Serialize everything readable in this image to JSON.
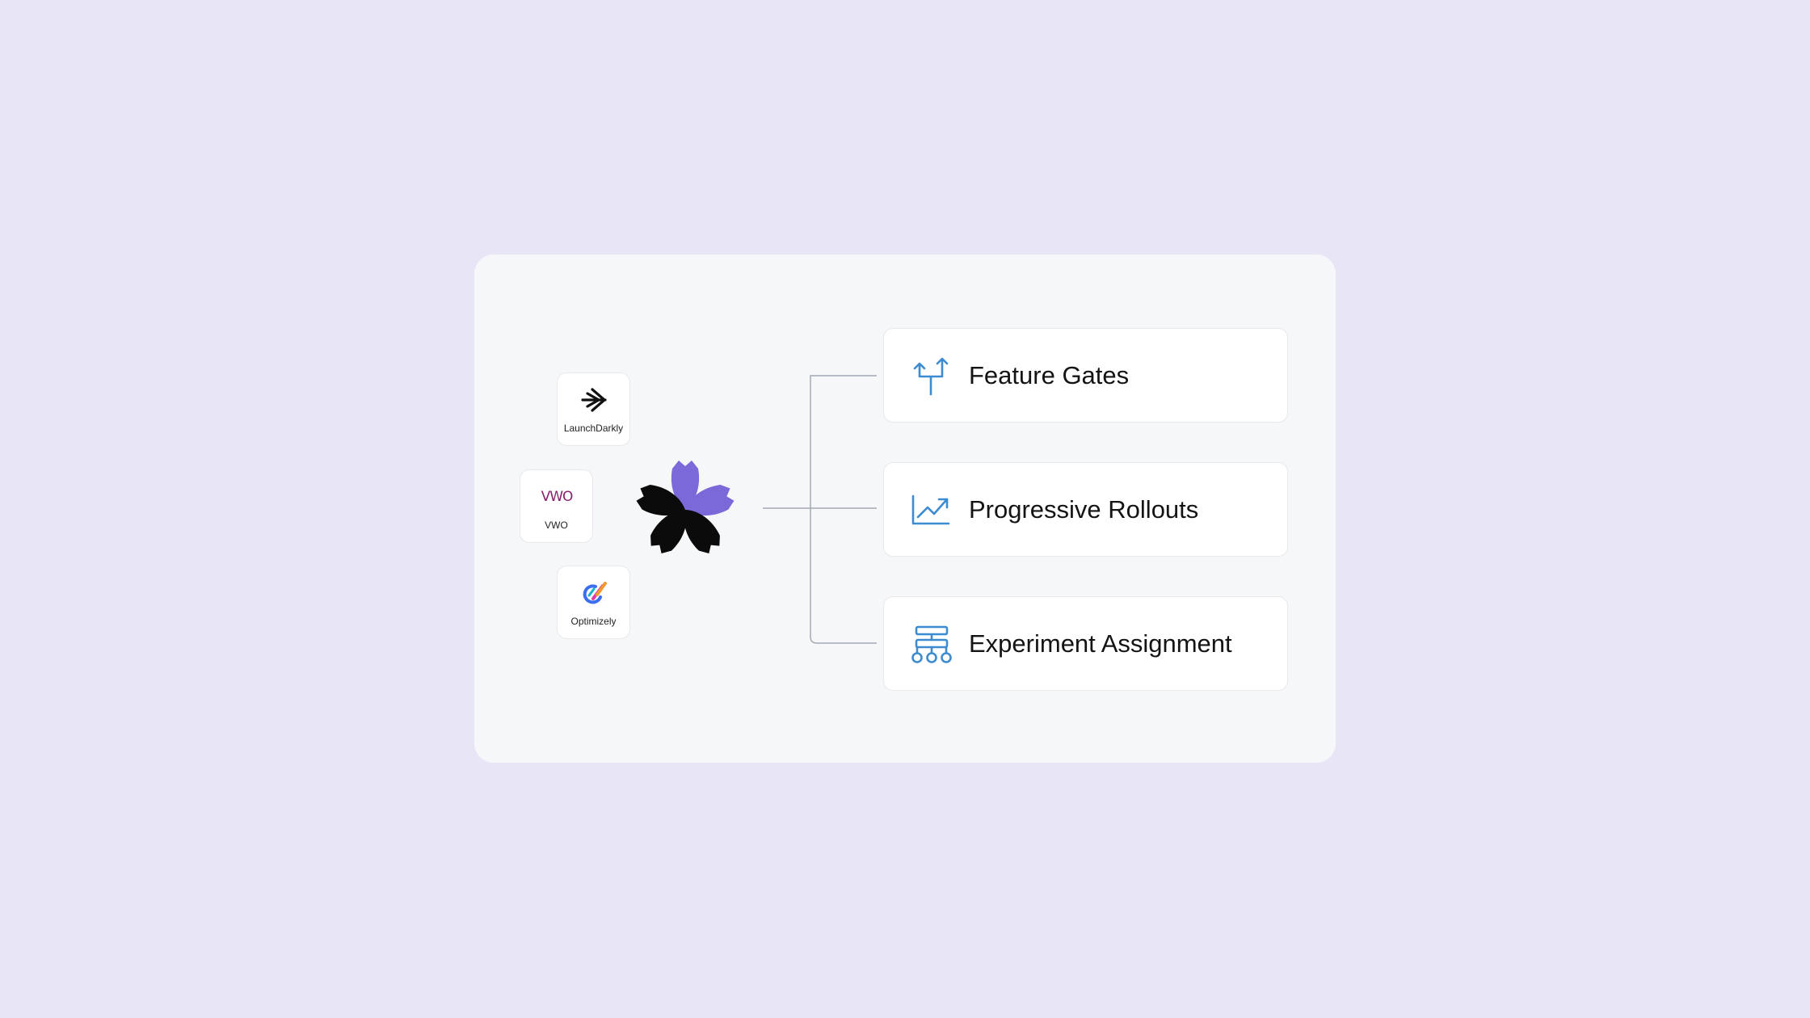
{
  "diagram": {
    "sources": [
      {
        "name": "LaunchDarkly",
        "icon": "launchdarkly-logo-icon"
      },
      {
        "name": "VWO",
        "icon": "vwo-logo-icon",
        "logo_text": "VWO"
      },
      {
        "name": "Optimizely",
        "icon": "optimizely-logo-icon"
      }
    ],
    "hub": {
      "icon": "flower-logo-icon"
    },
    "features": [
      {
        "label": "Feature Gates",
        "icon": "split-arrows-icon"
      },
      {
        "label": "Progressive Rollouts",
        "icon": "trending-up-chart-icon"
      },
      {
        "label": "Experiment Assignment",
        "icon": "hierarchy-tree-icon"
      }
    ]
  },
  "colors": {
    "background": "#e8e6f6",
    "panel": "#f6f7f9",
    "accent_purple": "#7b68d9",
    "icon_blue": "#3d8bd0",
    "connector": "#a2aab4",
    "vwo": "#8b1f6e"
  }
}
